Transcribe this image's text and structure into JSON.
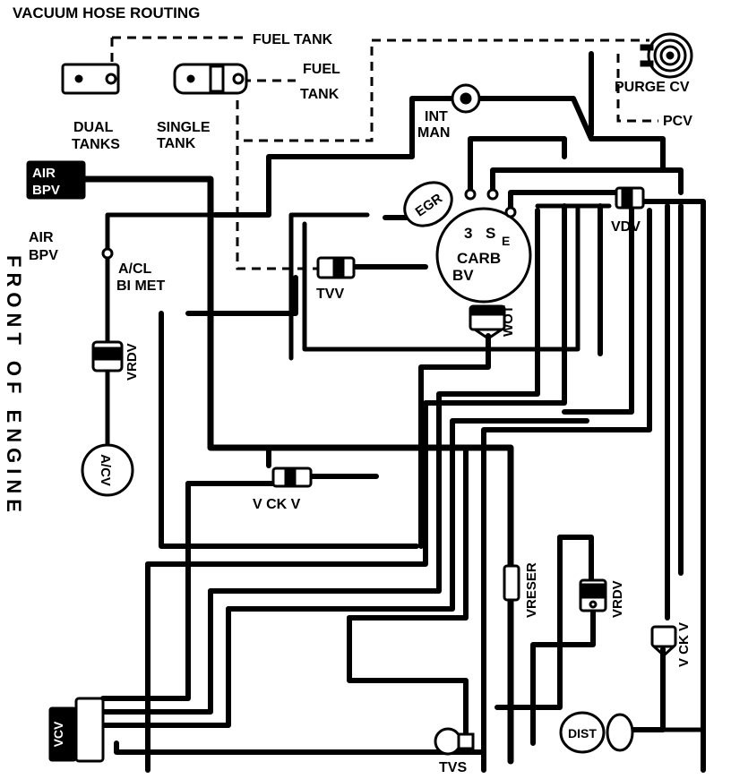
{
  "title": "VACUUM HOSE ROUTING",
  "labels": {
    "fuel_tank_top": "FUEL  TANK",
    "fuel": "FUEL",
    "tank": "TANK",
    "dual": "DUAL",
    "tanks": "TANKS",
    "single": "SINGLE",
    "single_tank": "TANK",
    "purge_cv": "PURGE  CV",
    "pcv": "PCV",
    "int": "INT",
    "man": "MAN",
    "air_bpv_box_1": "AIR",
    "air_bpv_box_2": "BPV",
    "air": "AIR",
    "bpv": "BPV",
    "egr": "EGR",
    "carb_3": "3",
    "carb_s": "S",
    "carb_e": "E",
    "carb": "CARB",
    "carb_bv": "BV",
    "vdv": "VDV",
    "acl": "A/CL",
    "bi_met": "BI  MET",
    "tvv": "TVV",
    "wot": "WOT",
    "vrdv_left": "VRDV",
    "front_of_engine": "FRONT OF ENGINE",
    "acv": "A/CV",
    "vckv_mid": "V CK V",
    "vreser": "VRESER",
    "vrdv_right": "VRDV",
    "vckv_right": "V CK V",
    "vcv": "VCV",
    "tvs": "TVS",
    "dist": "DIST"
  }
}
